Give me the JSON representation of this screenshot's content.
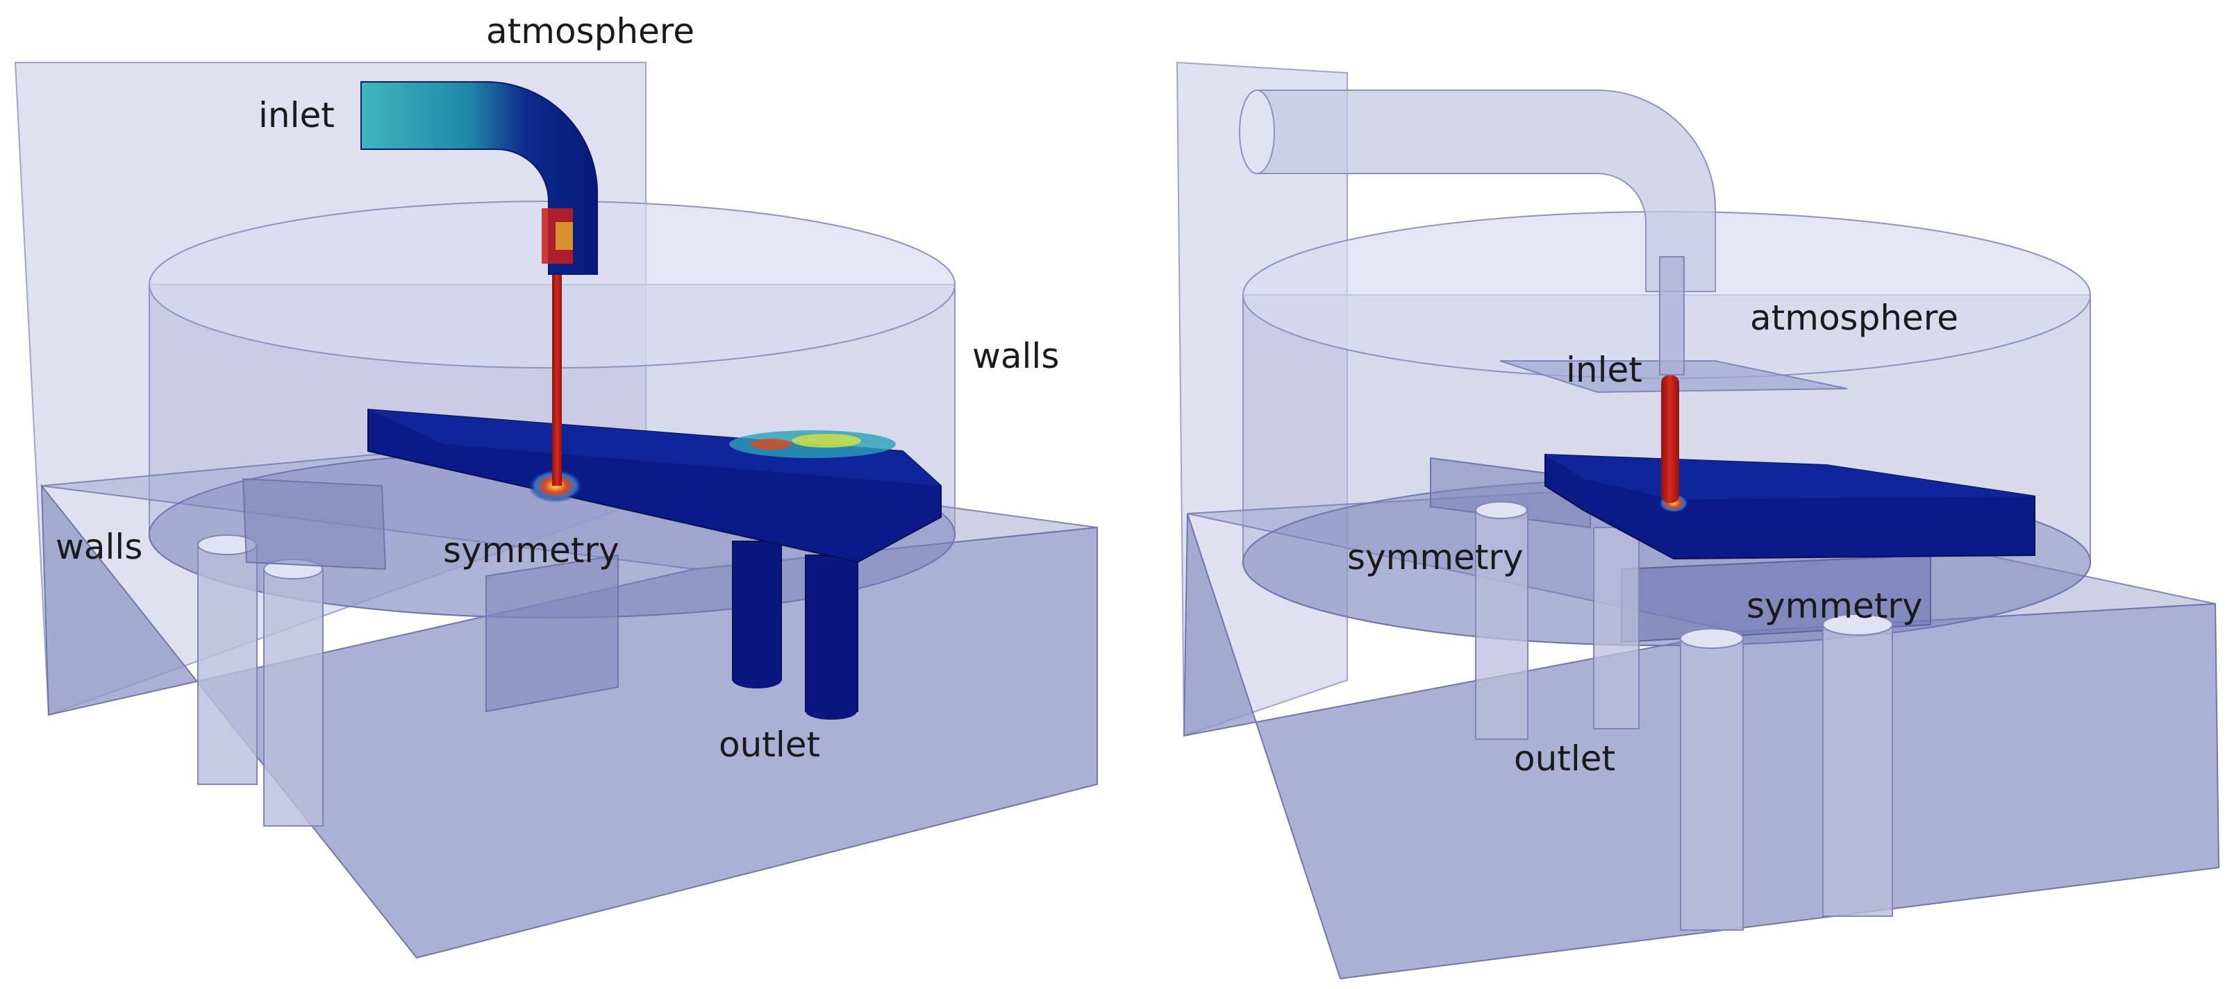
{
  "left_panel": {
    "labels": {
      "atmosphere": "atmosphere",
      "inlet": "inlet",
      "walls_right": "walls",
      "walls_left": "walls",
      "symmetry": "symmetry",
      "outlet": "outlet"
    }
  },
  "right_panel": {
    "labels": {
      "atmosphere": "atmosphere",
      "inlet": "inlet",
      "symmetry_left": "symmetry",
      "symmetry_right": "symmetry",
      "outlet": "outlet"
    }
  },
  "colors": {
    "domain_fill": "#8f97c6",
    "domain_edge": "#6f77a8",
    "cylinder_fill": "#b9bedb",
    "melt_dark": "#0a1780",
    "melt_cyan": "#2f9eb2",
    "melt_red": "#c8201c",
    "text": "#1a1a1a"
  }
}
